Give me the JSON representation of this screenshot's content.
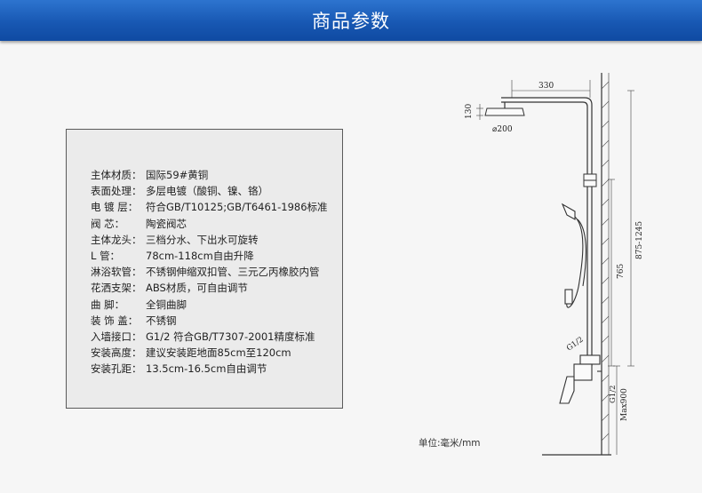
{
  "header": {
    "title": "商品参数"
  },
  "specs": [
    {
      "label": "主体材质：",
      "value": "国际59#黄铜"
    },
    {
      "label": "表面处理：",
      "value": "多层电镀（酸铜、镍、铬）"
    },
    {
      "label": "电 镀 层：",
      "value": "符合GB/T10125;GB/T6461-1986标准"
    },
    {
      "label": "阀    芯：",
      "value": "陶瓷阀芯"
    },
    {
      "label": "主体龙头：",
      "value": "三档分水、下出水可旋转"
    },
    {
      "label": "L    管：",
      "value": "78cm-118cm自由升降"
    },
    {
      "label": "淋浴软管：",
      "value": "不锈钢伸缩双扣管、三元乙丙橡胶内管"
    },
    {
      "label": "花洒支架：",
      "value": "ABS材质，可自由调节"
    },
    {
      "label": "曲    脚：",
      "value": "全铜曲脚"
    },
    {
      "label": "装 饰 盖：",
      "value": "不锈钢"
    },
    {
      "label": "入墙接口：",
      "value": "G1/2 符合GB/T7307-2001精度标准"
    },
    {
      "label": "安装高度：",
      "value": "建议安装距地面85cm至120cm"
    },
    {
      "label": "安装孔距：",
      "value": "13.5cm-16.5cm自由调节"
    }
  ],
  "diagram": {
    "dim_width": "330",
    "dim_head_height": "130",
    "dim_head_diameter": "⌀200",
    "dim_rail": "765",
    "dim_range": "875-1245",
    "dim_max": "Max900",
    "label_inlet_a": "G1/2",
    "label_inlet_b": "G1/2"
  },
  "unit_note": "单位:毫米/mm"
}
